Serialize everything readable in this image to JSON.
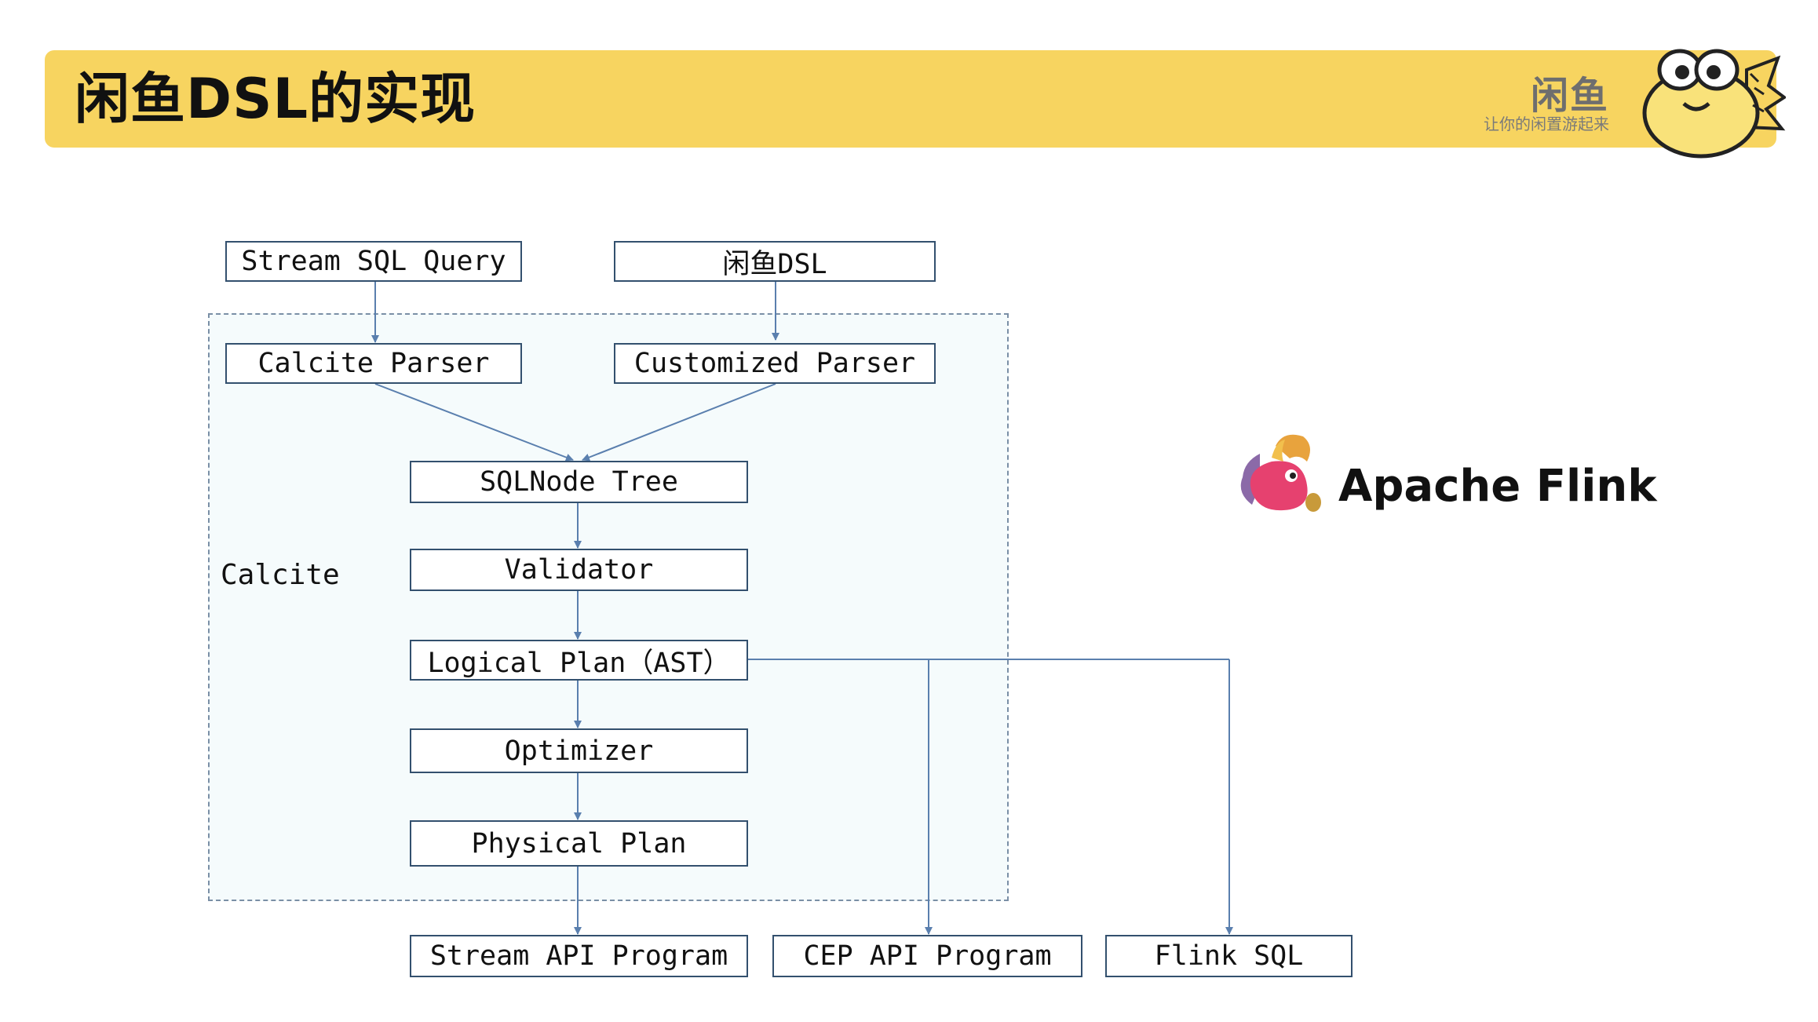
{
  "header": {
    "title": "闲鱼DSL的实现",
    "brand_name": "闲鱼",
    "brand_slogan": "让你的闲置游起来"
  },
  "diagram": {
    "region_label": "Calcite",
    "nodes": {
      "stream_sql_query": "Stream SQL Query",
      "xianyu_dsl": "闲鱼DSL",
      "calcite_parser": "Calcite Parser",
      "customized_parser": "Customized Parser",
      "sqlnode_tree": "SQLNode Tree",
      "validator": "Validator",
      "logical_plan": "Logical Plan（AST）",
      "optimizer": "Optimizer",
      "physical_plan": "Physical Plan",
      "stream_api_program": "Stream API Program",
      "cep_api_program": "CEP API Program",
      "flink_sql": "Flink SQL"
    }
  },
  "logo": {
    "text": "Apache Flink",
    "icon": "flink-squirrel-icon"
  },
  "colors": {
    "banner": "#f7d460",
    "box_border": "#33506e",
    "arrow": "#5a7fae",
    "region_fill": "#f5fbfc"
  }
}
